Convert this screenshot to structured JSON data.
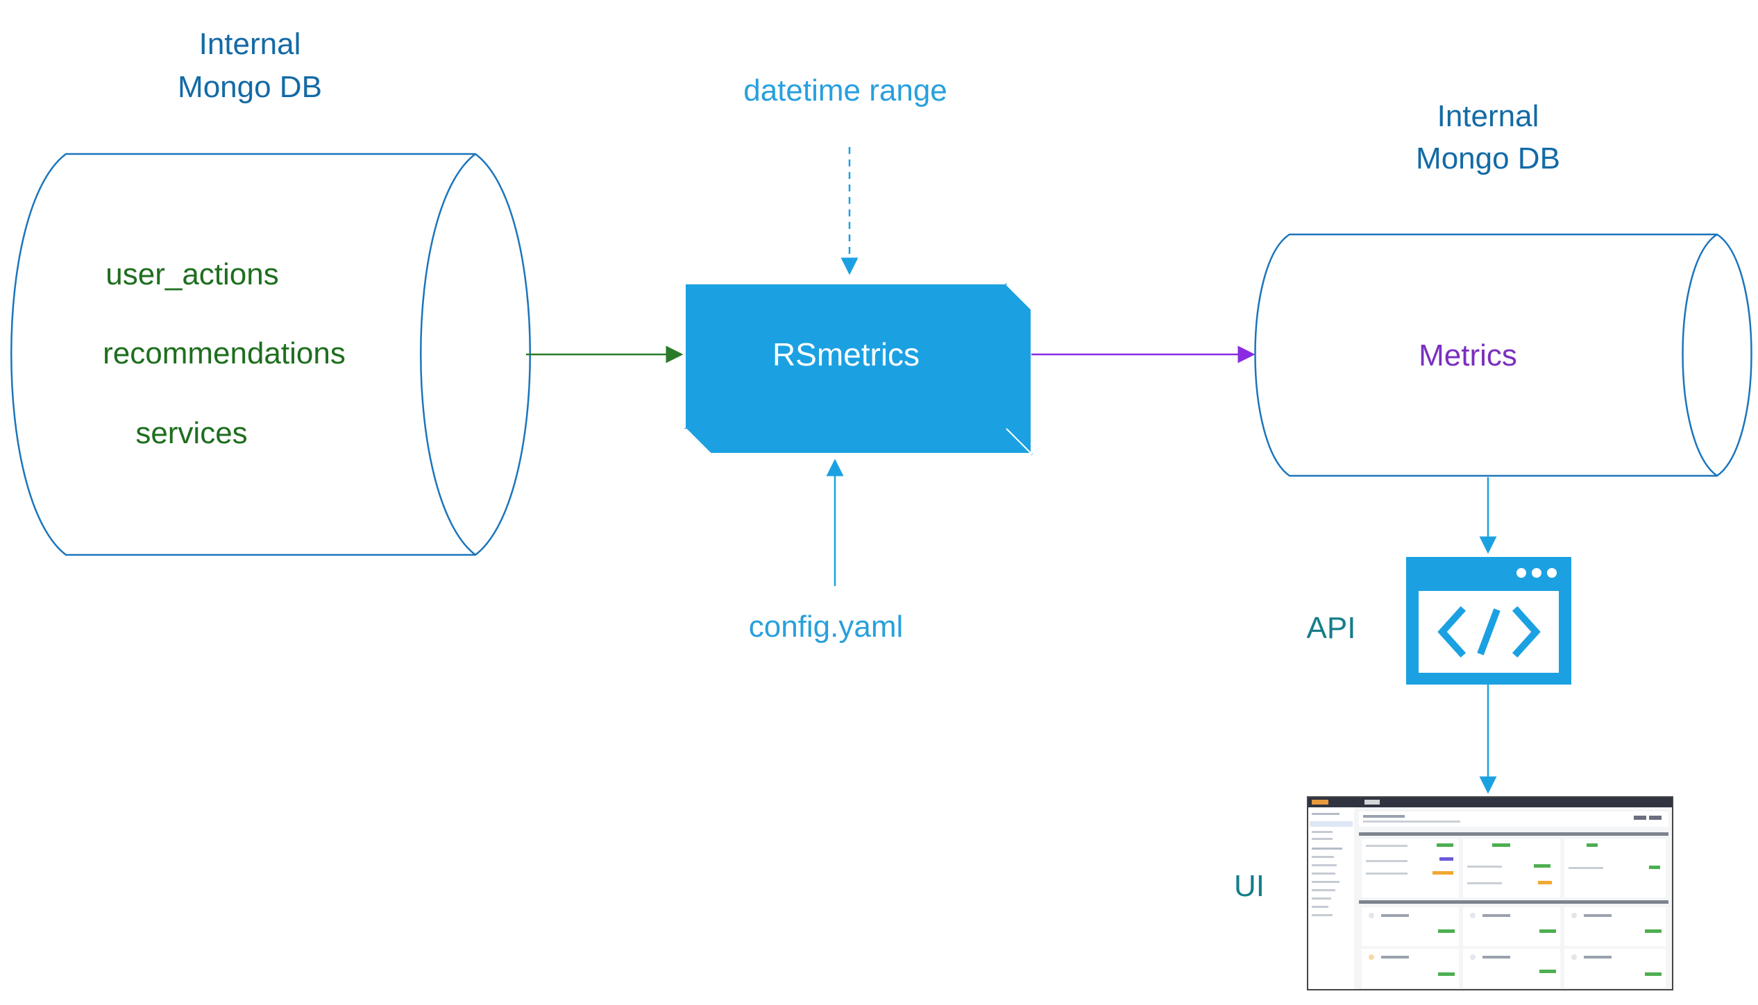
{
  "colors": {
    "db_outline": "#1b75bc",
    "db_label": "#136aa6",
    "collection_text": "#1e6e1e",
    "input_text": "#28a0dc",
    "rsmetrics_fill": "#1ba1e2",
    "rsmetrics_side": "#1588c4",
    "rsmetrics_text": "#ffffff",
    "metrics_text": "#7b2fbe",
    "arrow_green": "#2a7a2a",
    "arrow_purple": "#8a2be2",
    "arrow_blue": "#1ba1e2",
    "teal_label": "#157d8a"
  },
  "icons": {
    "api": "code-window-icon",
    "ui": "dashboard-screenshot"
  },
  "source_db": {
    "label_line1": "Internal",
    "label_line2": "Mongo DB",
    "collections": [
      "user_actions",
      "recommendations",
      "services"
    ]
  },
  "processor": {
    "label": "RSmetrics",
    "input_top": "datetime range",
    "input_bottom": "config.yaml"
  },
  "target_db": {
    "label_line1": "Internal",
    "label_line2": "Mongo DB",
    "collection": "Metrics"
  },
  "api": {
    "label": "API"
  },
  "ui": {
    "label": "UI"
  }
}
